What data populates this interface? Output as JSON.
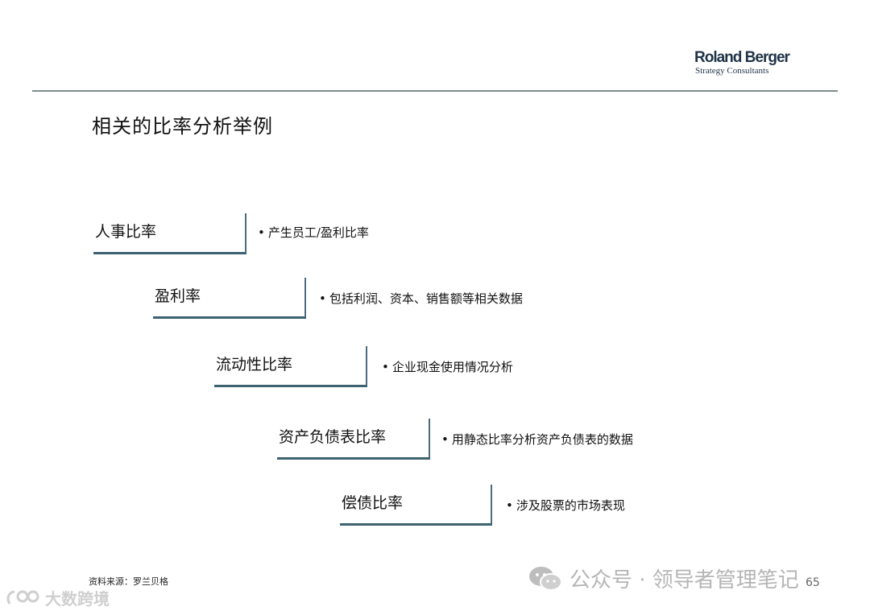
{
  "header": {
    "logo_main": "Roland Berger",
    "logo_sub": "Strategy Consultants"
  },
  "title": "相关的比率分析举例",
  "steps": [
    {
      "label": "人事比率",
      "desc": "产生员工/盈利比率"
    },
    {
      "label": "盈利率",
      "desc": "包括利润、资本、销售额等相关数据"
    },
    {
      "label": "流动性比率",
      "desc": "企业现金使用情况分析"
    },
    {
      "label": "资产负债表比率",
      "desc": "用静态比率分析资产负债表的数据"
    },
    {
      "label": "偿债比率",
      "desc": "涉及股票的市场表现"
    }
  ],
  "bullet_symbol": "•",
  "footer": {
    "source": "资料来源：罗兰贝格",
    "page_number": "65",
    "watermark_text": "公众号 · 领导者管理笔记",
    "corner_text": "大数跨境"
  },
  "colors": {
    "accent": "#3d6270",
    "rule": "#7f8c8c",
    "watermark": "#b5b5b5"
  },
  "icons": [
    "wechat-icon",
    "corner-logo-icon"
  ]
}
